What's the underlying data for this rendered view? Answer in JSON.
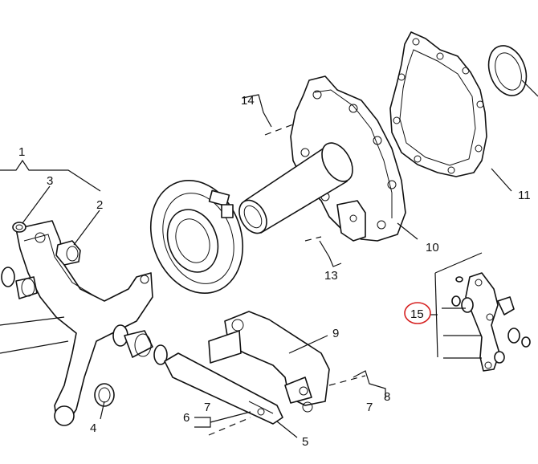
{
  "callouts": {
    "c1": "1",
    "c2": "2",
    "c3": "3",
    "c4": "4",
    "c5": "5",
    "c6": "6",
    "c7a": "7",
    "c7b": "7",
    "c8": "8",
    "c9": "9",
    "c10": "10",
    "c11": "11",
    "c13": "13",
    "c14": "14",
    "c15": "15"
  },
  "colors": {
    "ink": "#111111",
    "highlight_ring": "#d62020",
    "background": "#ffffff"
  }
}
